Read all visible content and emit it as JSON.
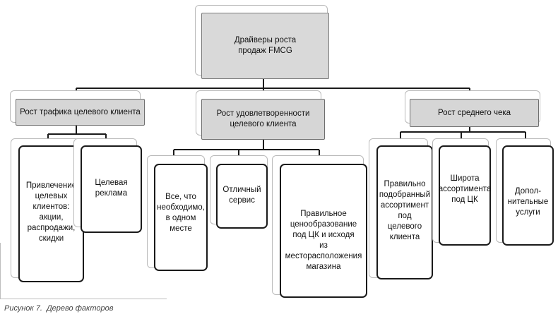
{
  "diagram": {
    "root": {
      "label": "Драйверы роста\nпродаж FMCG"
    },
    "branches": [
      {
        "label": "Рост трафика целевого клиента",
        "children": [
          {
            "label": "Привлечение\nцелевых\nклиентов:\nакции,\nраспродажи,\nскидки"
          },
          {
            "label": "Целевая\nреклама"
          }
        ]
      },
      {
        "label": "Рост удовлетворенности\nцелевого клиента",
        "children": [
          {
            "label": "Все, что\nнеобходимо,\nв одном\nместе"
          },
          {
            "label": "Отличный\nсервис"
          },
          {
            "label": "Правильное\nценообразование\nпод ЦК и исходя\nиз месторасположения\nмагазина"
          }
        ]
      },
      {
        "label": "Рост среднего чека",
        "children": [
          {
            "label": "Правильно\nподобранный\nассортимент\nпод\nцелевого\nклиента"
          },
          {
            "label": "Широта\nассортимента\nпод ЦК"
          },
          {
            "label": "Допол-\nнительные\nуслуги"
          }
        ]
      }
    ]
  },
  "caption": {
    "figure_number": "Рисунок 7.",
    "text": "Дерево факторов"
  },
  "colors": {
    "line": "#1a1a1a",
    "box_fill_grey": "#d6d6d6",
    "box_border": "#1a1a1a",
    "shadow_border": "#b9b9b9"
  }
}
